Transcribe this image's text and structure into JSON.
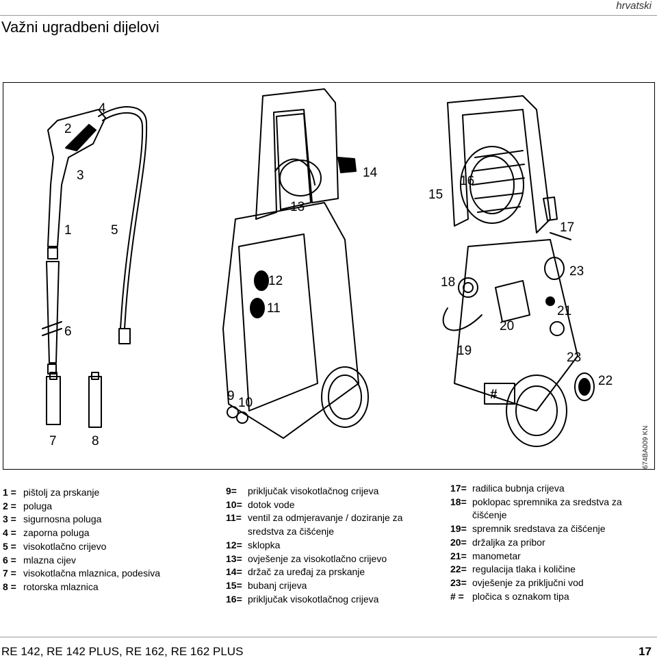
{
  "header": {
    "language": "hrvatski",
    "title": "Važni ugradbeni dijelovi"
  },
  "figure": {
    "code": "674BA009 KN",
    "labels": {
      "l1": "1",
      "l2": "2",
      "l3": "3",
      "l4": "4",
      "l5": "5",
      "l6": "6",
      "l7": "7",
      "l8": "8",
      "l9": "9",
      "l10": "10",
      "l11": "11",
      "l12": "12",
      "l13": "13",
      "l14": "14",
      "l15": "15",
      "l16": "16",
      "l17": "17",
      "l18": "18",
      "l19": "19",
      "l20": "20",
      "l21": "21",
      "l22": "22",
      "l23a": "23",
      "l23b": "23",
      "lhash": "#"
    }
  },
  "legend": {
    "col1": [
      {
        "key": "1 =",
        "text": "pištolj za prskanje"
      },
      {
        "key": "2 =",
        "text": "poluga"
      },
      {
        "key": "3 =",
        "text": "sigurnosna poluga"
      },
      {
        "key": "4 =",
        "text": "zaporna poluga"
      },
      {
        "key": "5 =",
        "text": "visokotlačno crijevo"
      },
      {
        "key": "6 =",
        "text": "mlazna cijev"
      },
      {
        "key": "7 =",
        "text": "visokotlačna mlaznica, podesiva"
      },
      {
        "key": "8 =",
        "text": "rotorska mlaznica"
      }
    ],
    "col2": [
      {
        "key": "9=",
        "text": "priključak visokotlačnog crijeva"
      },
      {
        "key": "10=",
        "text": "dotok vode"
      },
      {
        "key": "11=",
        "text": "ventil za odmjeravanje / doziranje za"
      },
      {
        "key": "",
        "text": "sredstva za čišćenje"
      },
      {
        "key": "12=",
        "text": "sklopka"
      },
      {
        "key": "13=",
        "text": "ovješenje za visokotlačno crijevo"
      },
      {
        "key": "14=",
        "text": "držač za uređaj za prskanje"
      },
      {
        "key": "15=",
        "text": "bubanj crijeva"
      },
      {
        "key": "16=",
        "text": "priključak visokotlačnog crijeva"
      }
    ],
    "col3": [
      {
        "key": "17=",
        "text": "radilica bubnja crijeva"
      },
      {
        "key": "18=",
        "text": "poklopac spremnika za sredstva za"
      },
      {
        "key": "",
        "text": "čišćenje"
      },
      {
        "key": "19=",
        "text": "spremnik sredstava za čišćenje"
      },
      {
        "key": "20=",
        "text": "držaljka za pribor"
      },
      {
        "key": "21=",
        "text": "manometar"
      },
      {
        "key": "22=",
        "text": "regulacija tlaka i količine"
      },
      {
        "key": "23=",
        "text": "ovješenje za priključni vod"
      },
      {
        "key": "# =",
        "text": "pločica s oznakom tipa"
      }
    ]
  },
  "footer": {
    "models": "RE 142, RE 142 PLUS, RE 162, RE 162 PLUS",
    "page": "17"
  }
}
